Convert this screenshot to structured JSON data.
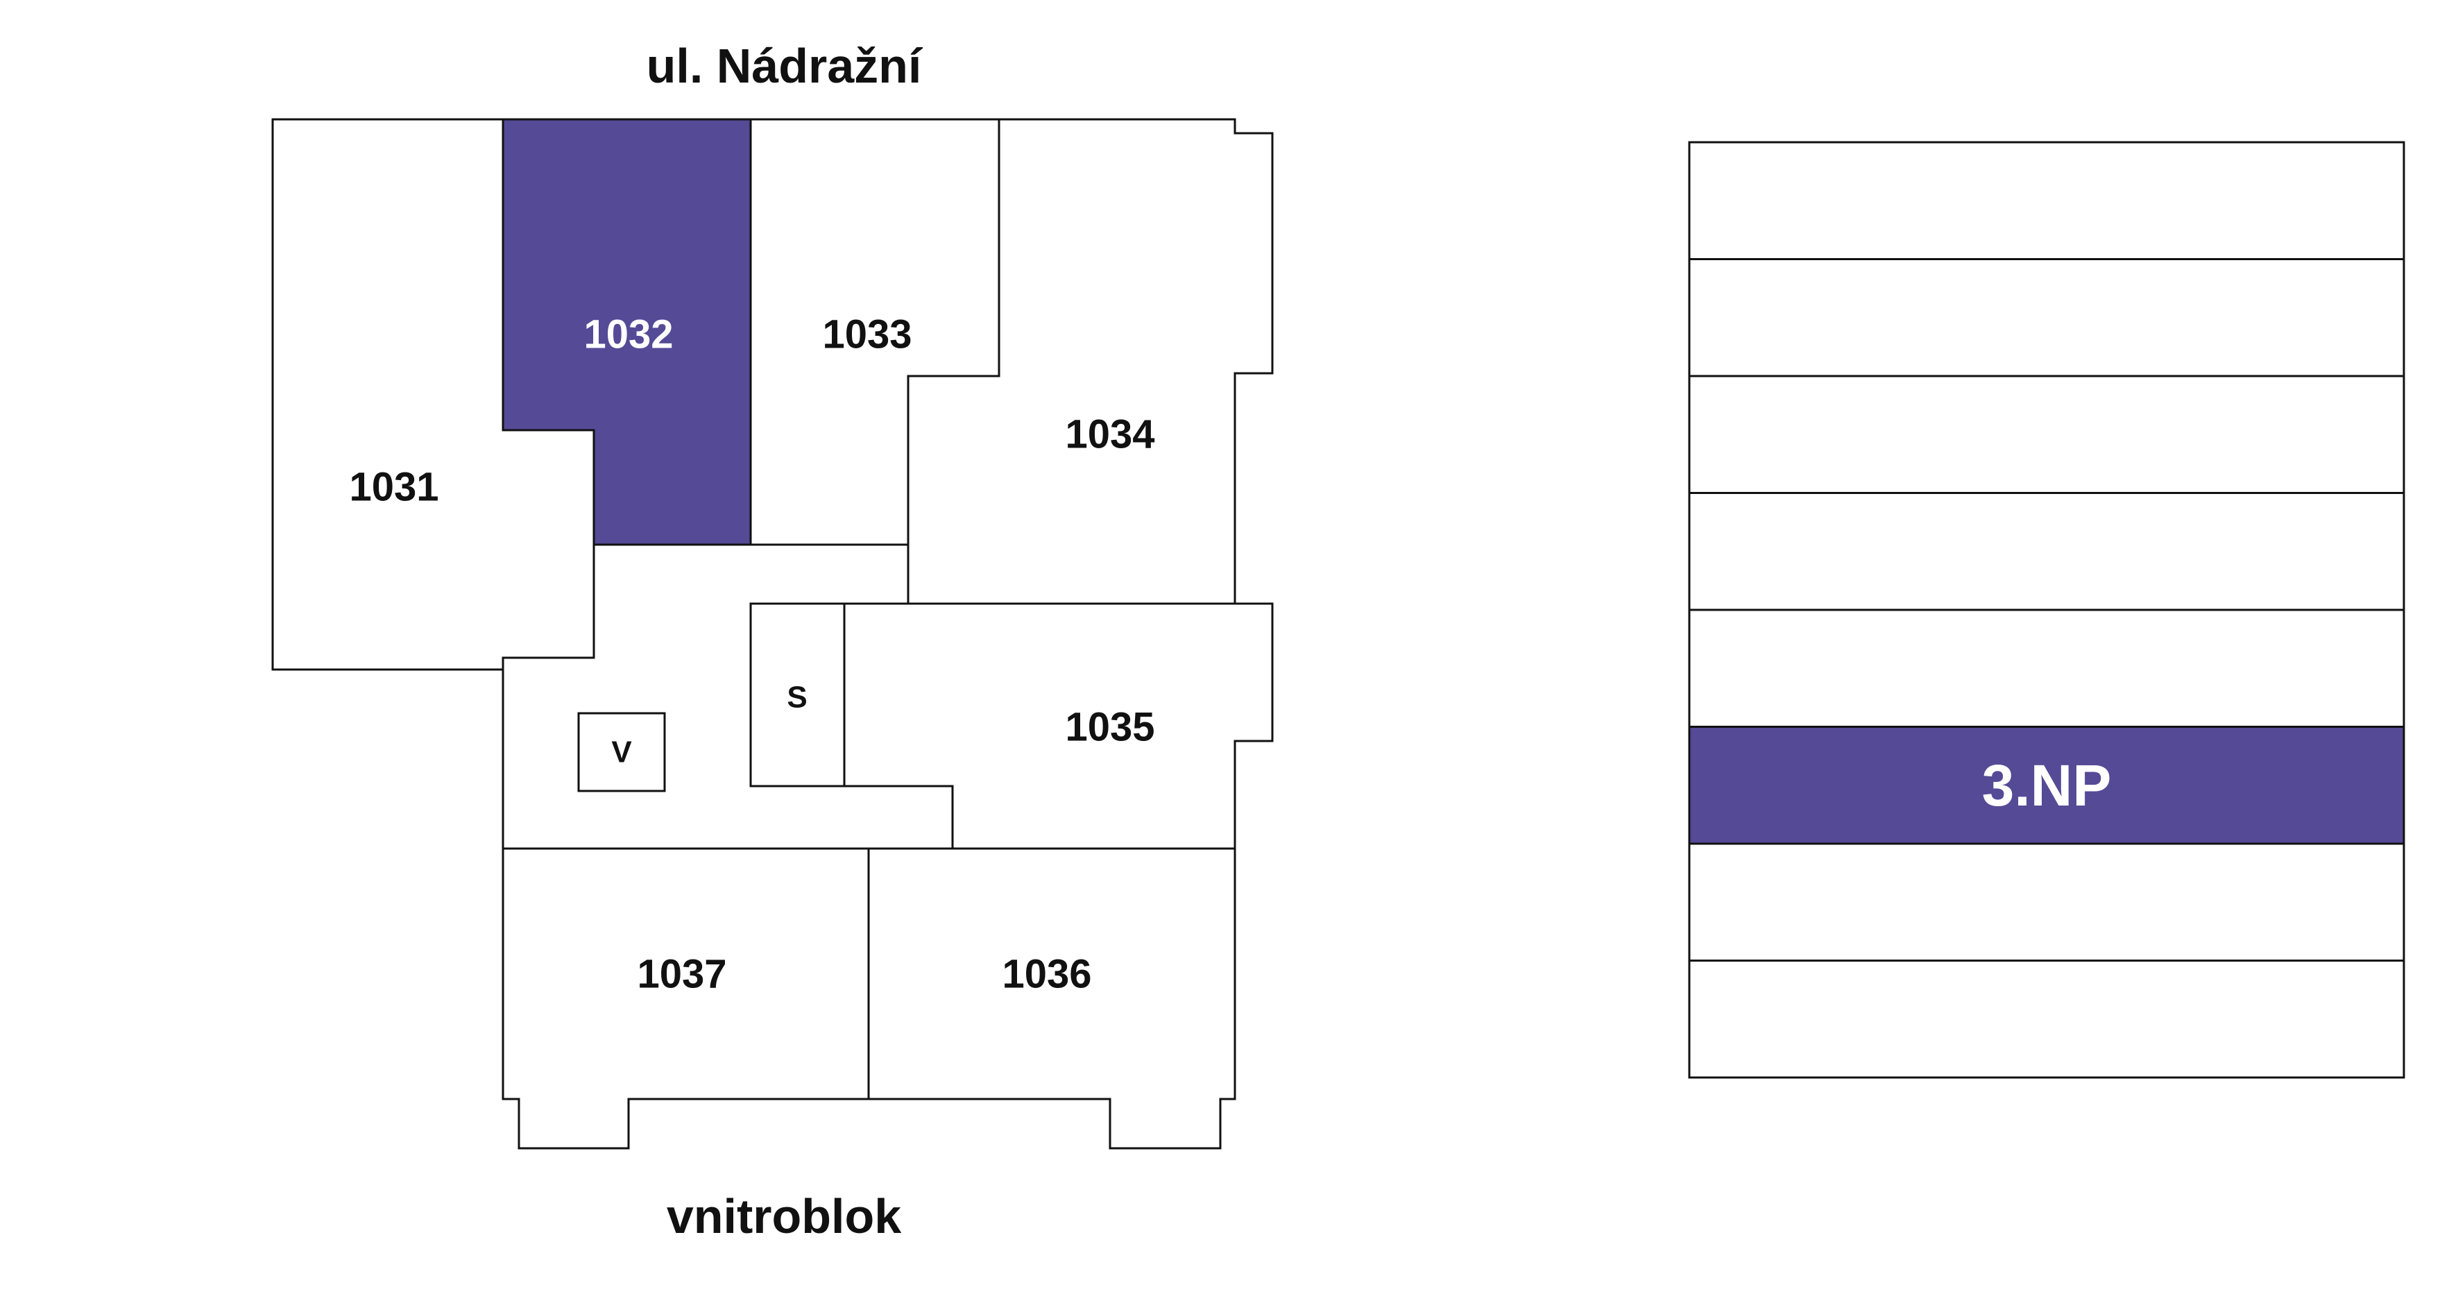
{
  "streets": {
    "north": "ul. Nádražní",
    "south": "vnitroblok"
  },
  "units": [
    {
      "id": "1031",
      "label": "1031",
      "selected": false
    },
    {
      "id": "1032",
      "label": "1032",
      "selected": true
    },
    {
      "id": "1033",
      "label": "1033",
      "selected": false
    },
    {
      "id": "1034",
      "label": "1034",
      "selected": false
    },
    {
      "id": "1035",
      "label": "1035",
      "selected": false
    },
    {
      "id": "1036",
      "label": "1036",
      "selected": false
    },
    {
      "id": "1037",
      "label": "1037",
      "selected": false
    }
  ],
  "markers": {
    "stairs": "S",
    "elevator": "V"
  },
  "floors": {
    "count": 8,
    "selected_index": 5,
    "selected_label": "3.NP"
  },
  "colors": {
    "accent": "#554a96",
    "line": "#111111",
    "background": "#ffffff"
  }
}
